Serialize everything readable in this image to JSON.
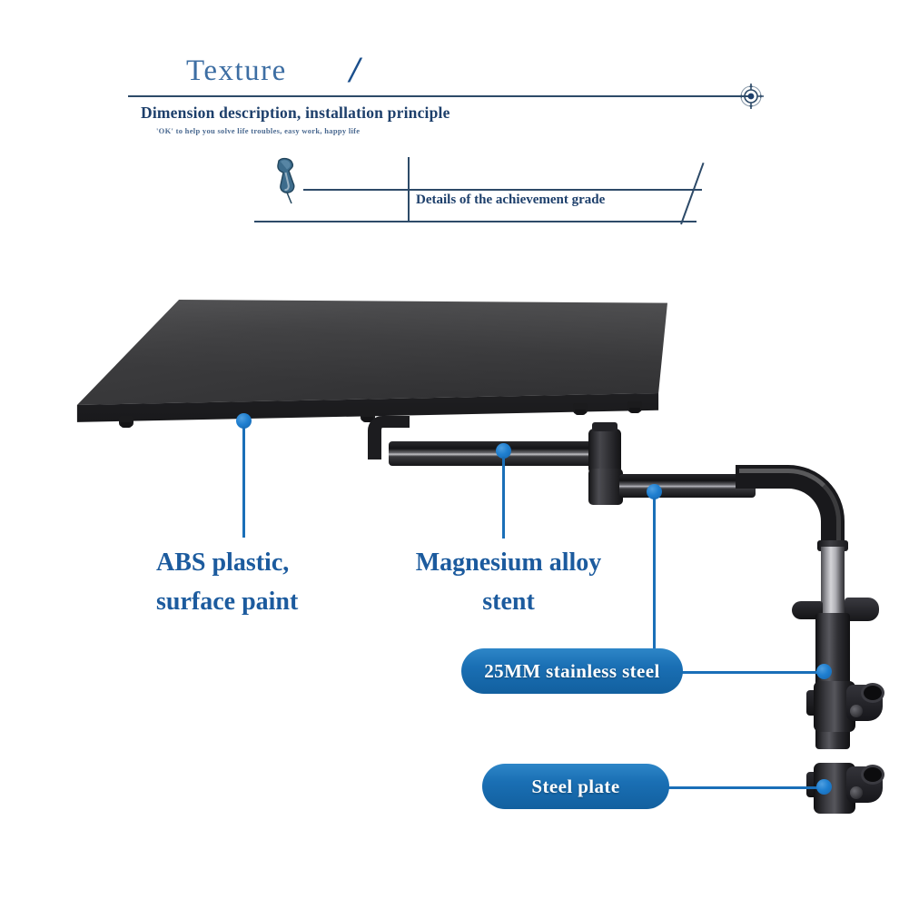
{
  "header": {
    "title": "Texture",
    "divider_slash": "/",
    "subtitle": "Dimension description, installation principle",
    "tagline": "'OK' to help you solve life troubles, easy work, happy life",
    "detail_label": "Details of the achievement grade",
    "pin_icon": "pushpin-icon",
    "target_icon": "crosshair-target-icon"
  },
  "callouts": [
    {
      "id": "abs-plastic",
      "style": "plain",
      "line1": "ABS plastic,",
      "line2": "surface paint"
    },
    {
      "id": "magnesium-alloy",
      "style": "plain",
      "line1": "Magnesium alloy",
      "line2": "stent"
    },
    {
      "id": "stainless-steel",
      "style": "badge",
      "label": "25MM stainless steel"
    },
    {
      "id": "steel-plate",
      "style": "badge",
      "label": "Steel plate"
    }
  ],
  "colors": {
    "accent_blue": "#1a6fb4",
    "label_blue": "#1c5b9e",
    "title_blue": "#3d6ea3",
    "rule_navy": "#2d4a68",
    "background": "#ffffff"
  },
  "product": {
    "name": "adjustable laptop table with clamp mount",
    "parts": [
      "tabletop",
      "support-arm",
      "pivot-joint",
      "vertical-pole",
      "clamp-bracket"
    ]
  }
}
